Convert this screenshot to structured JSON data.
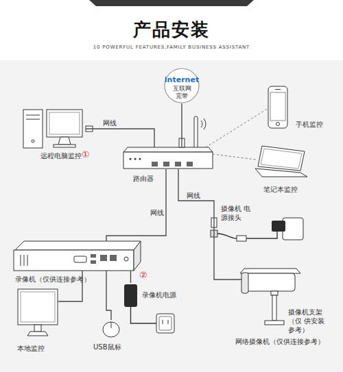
{
  "diagram": {
    "title": "产品安装",
    "nodes": [
      {
        "text": [
          "internet",
          "互联网 宽带"
        ]
      },
      {
        "text": [
          "远程电脑监控"
        ]
      },
      {
        "text": [
          "手机监控"
        ]
      },
      {
        "text": [
          "路由器"
        ]
      },
      {
        "text": [
          "笔记本监控"
        ]
      },
      {
        "text": [
          "录像机（仅供连接参考）"
        ]
      },
      {
        "text": [
          "录像机电源"
        ]
      },
      {
        "text": [
          "网络摄像机（仅供连接参考）"
        ]
      },
      {
        "text": [
          "本地监控"
        ]
      },
      {
        "text": [
          "USB鼠标"
        ]
      }
    ],
    "edges": [
      {
        "from": 1,
        "to": 3,
        "label": "网线",
        "arrow": "none"
      },
      {
        "from": 0,
        "to": 3,
        "arrow": "none"
      },
      {
        "from": 3,
        "to": 2,
        "arrow": "none"
      },
      {
        "from": 3,
        "to": 4,
        "arrow": "none"
      },
      {
        "from": 3,
        "to": 5,
        "label": "网线",
        "arrow": "none"
      },
      {
        "from": 3,
        "to": 7,
        "label": "网线",
        "arrow": "none"
      },
      {
        "from": 5,
        "to": 8,
        "arrow": "none"
      },
      {
        "from": 5,
        "to": 9,
        "arrow": "none"
      },
      {
        "from": 5,
        "to": 6,
        "arrow": "none"
      }
    ],
    "labels": [
      "10 POWERFUL FEATURES,FAMILY BUSINESS ASSISTANT",
      "①",
      "摄像机 电源接头",
      "②",
      "摄像机支架（仅 供安装参考）"
    ]
  }
}
